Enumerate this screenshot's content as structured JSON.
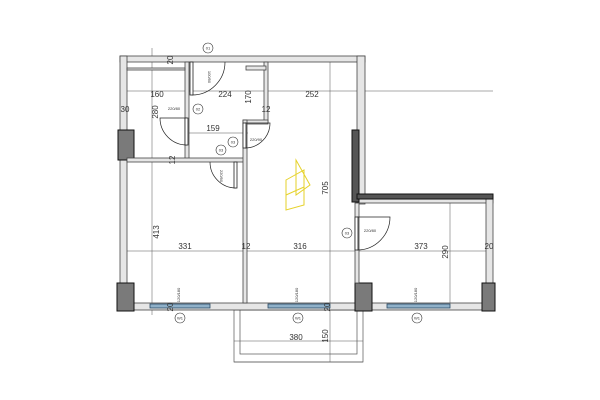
{
  "plan": {
    "dimensions": {
      "top_wall": "20",
      "small_room_width": "160",
      "bathroom_width": "224",
      "bathroom_depth": "170",
      "right_room_width": "252",
      "left_wall": "30",
      "small_room_door_height": "280",
      "partition_a": "12",
      "corridor_width": "159",
      "partition_b": "12",
      "total_depth": "705",
      "left_room_depth": "413",
      "left_room_width": "331",
      "partition_c": "12",
      "living_width": "316",
      "right_wing_width": "373",
      "right_wing_depth": "290",
      "right_wall": "20",
      "balcony_width": "380",
      "balcony_depth": "150",
      "bottom_wall_a": "20",
      "bottom_wall_b": "20"
    },
    "doors": [
      {
        "tag": "01",
        "size": "100/90"
      },
      {
        "tag": "02",
        "size": "220/80"
      },
      {
        "tag": "03",
        "size": "220/90"
      },
      {
        "tag": "03",
        "size": "220/90"
      },
      {
        "tag": "03",
        "size": "220/80"
      }
    ],
    "windows": [
      {
        "tag": "W1",
        "size": "120/180"
      },
      {
        "tag": "W1",
        "size": "120/180"
      },
      {
        "tag": "W1",
        "size": "120/180"
      }
    ],
    "colors": {
      "logo": "#e6d22a",
      "window": "#8fb0c8"
    }
  }
}
